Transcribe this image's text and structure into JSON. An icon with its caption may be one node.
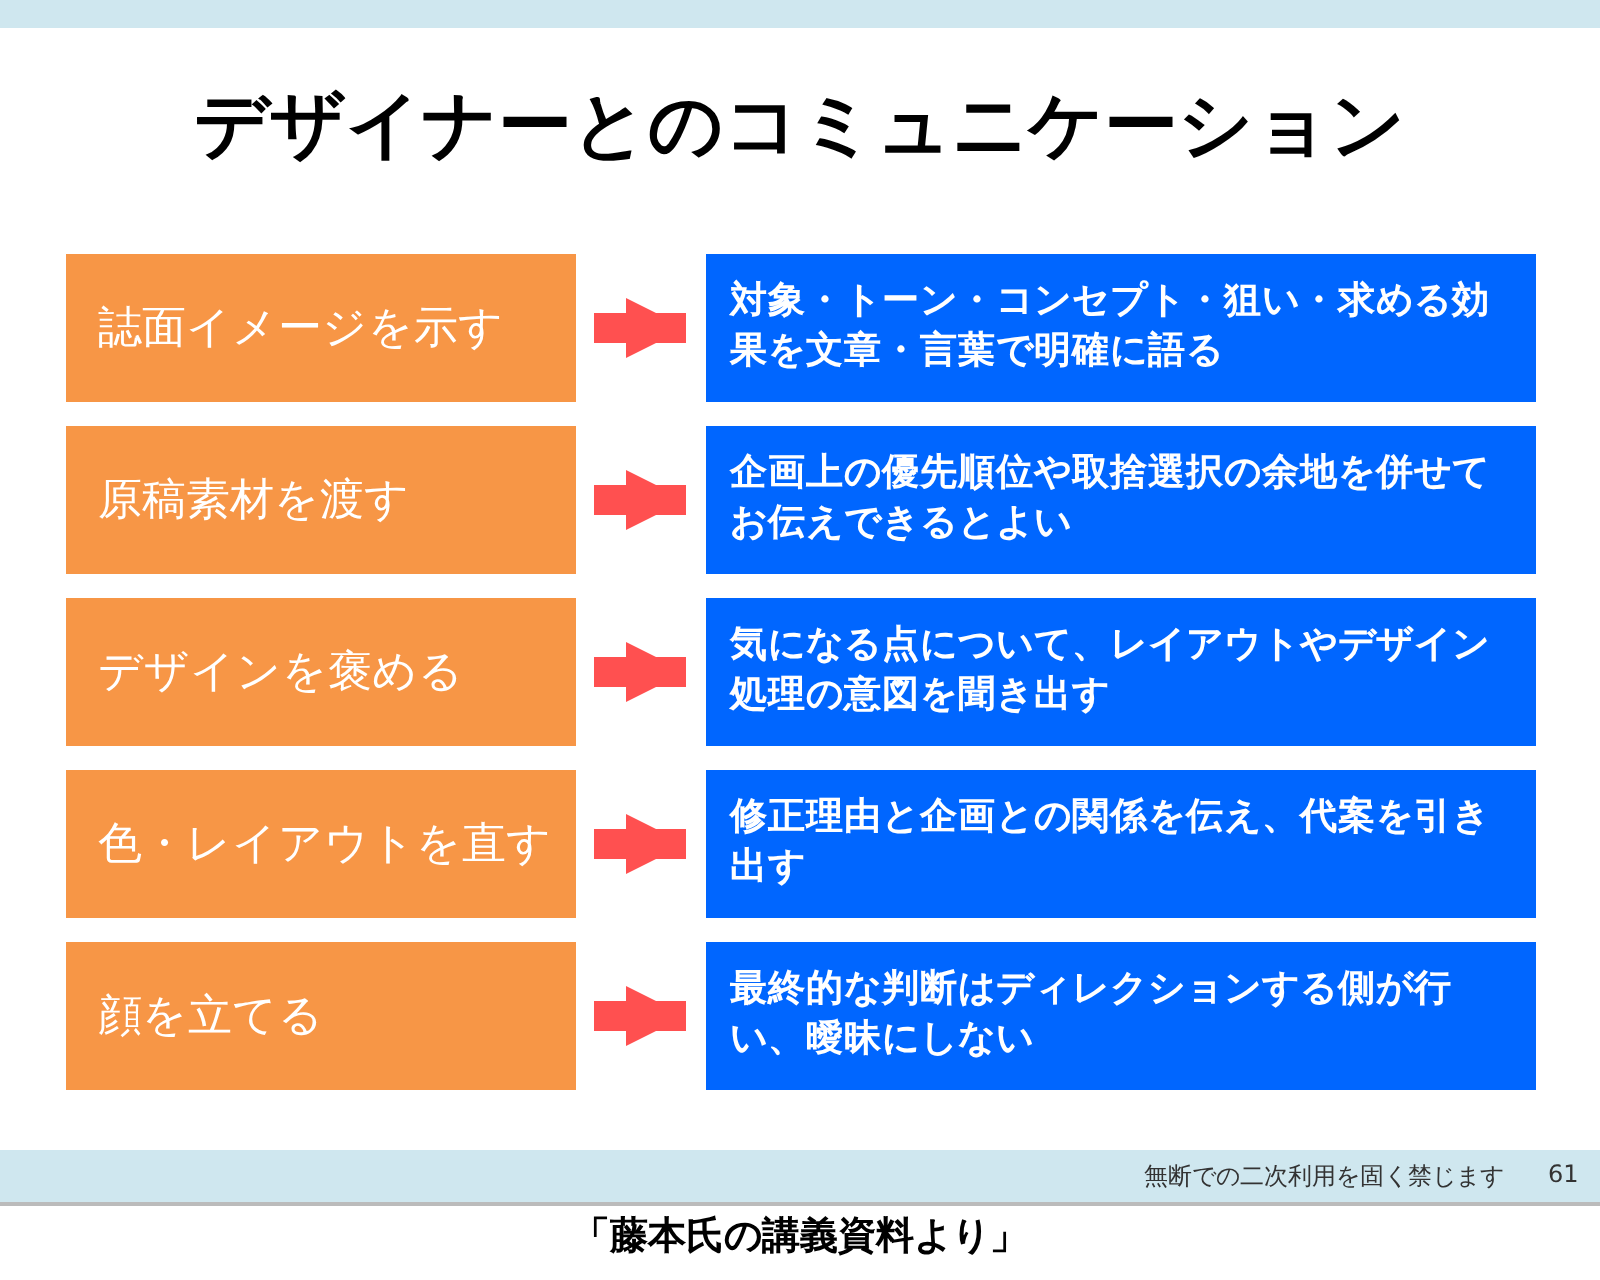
{
  "diagram": {
    "title": "デザイナーとのコミュニケーション",
    "caption": "「藤本氏の講義資料より」",
    "nodes": [
      {
        "text": [
          "誌面イメージを示す"
        ]
      },
      {
        "text": [
          "対象・トーン・コンセプト・狙い・求める効果を文章・言葉で明確に語る"
        ]
      },
      {
        "text": [
          "原稿素材を渡す"
        ]
      },
      {
        "text": [
          "企画上の優先順位や取捨選択の余地を併せてお伝えできるとよい"
        ]
      },
      {
        "text": [
          "デザインを褒める"
        ]
      },
      {
        "text": [
          "気になる点について、レイアウトやデザイン処理の意図を聞き出す"
        ]
      },
      {
        "text": [
          "色・レイアウトを直す"
        ]
      },
      {
        "text": [
          "修正理由と企画との関係を伝え、代案を引き出す"
        ]
      },
      {
        "text": [
          "顔を立てる"
        ]
      },
      {
        "text": [
          "最終的な判断はディレクションする側が行い、曖昧にしない"
        ]
      }
    ],
    "edges": [
      {
        "from": 0,
        "to": 1,
        "arrow": "to"
      },
      {
        "from": 2,
        "to": 3,
        "arrow": "to"
      },
      {
        "from": 4,
        "to": 5,
        "arrow": "to"
      },
      {
        "from": 6,
        "to": 7,
        "arrow": "to"
      },
      {
        "from": 8,
        "to": 9,
        "arrow": "to"
      }
    ],
    "labels": [
      "無断での二次利用を固く禁じます",
      "61"
    ]
  }
}
